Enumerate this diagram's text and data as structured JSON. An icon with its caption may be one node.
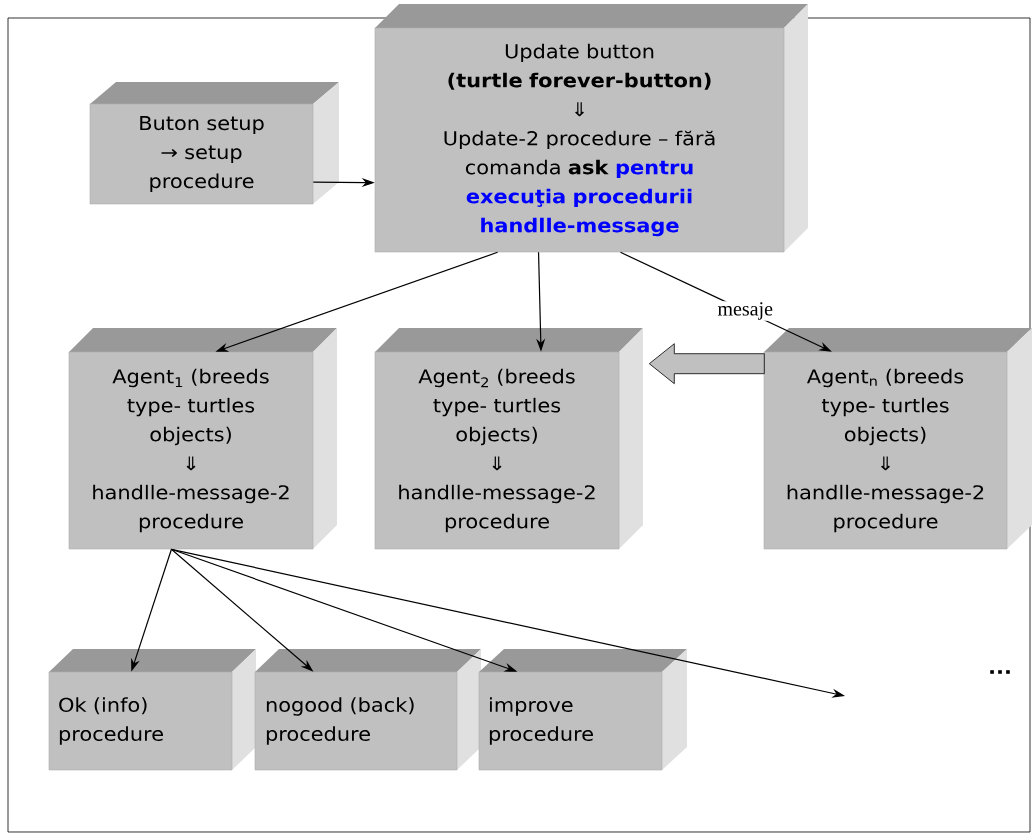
{
  "diagram": {
    "nodes": [
      {
        "text": [
          "Buton setup → setup procedure"
        ]
      },
      {
        "text": [
          "Update button",
          "(turtle forever-button)",
          "⇓",
          "Update-2 procedure – fără comanda **ask**",
          "pentru execuţia procedurii handlle-message"
        ]
      },
      {
        "text": [
          "Agent$_{1}$ (breeds type- turtles objects)",
          "⇓",
          "handlle-message-2 procedure"
        ]
      },
      {
        "text": [
          "Agent$_{2}$ (breeds type- turtles objects)",
          "⇓",
          "handlle-message-2 procedure"
        ]
      },
      {
        "text": [
          "Agent$_{n}$ (breeds type- turtles objects)",
          "⇓",
          "handlle-message-2 procedure"
        ]
      },
      {
        "text": [
          "Ok (info) procedure"
        ]
      },
      {
        "text": [
          "nogood (back) procedure"
        ]
      },
      {
        "text": [
          "improve procedure"
        ]
      }
    ],
    "edges": [
      {
        "from": 0,
        "to": 1,
        "arrow": "to"
      },
      {
        "from": 1,
        "to": 2,
        "arrow": "to"
      },
      {
        "from": 1,
        "to": 3,
        "arrow": "to"
      },
      {
        "from": 1,
        "to": 4,
        "arrow": "to",
        "label": "mesaje"
      },
      {
        "from": 2,
        "to": 5,
        "arrow": "to"
      },
      {
        "from": 2,
        "to": 6,
        "arrow": "to"
      },
      {
        "from": 2,
        "to": 7,
        "arrow": "to"
      },
      {
        "from": 2,
        "to": null,
        "arrow": "to"
      },
      {
        "from": 4,
        "to": 3,
        "arrow": "to",
        "style": "thick"
      }
    ],
    "labels": [
      "..."
    ]
  }
}
